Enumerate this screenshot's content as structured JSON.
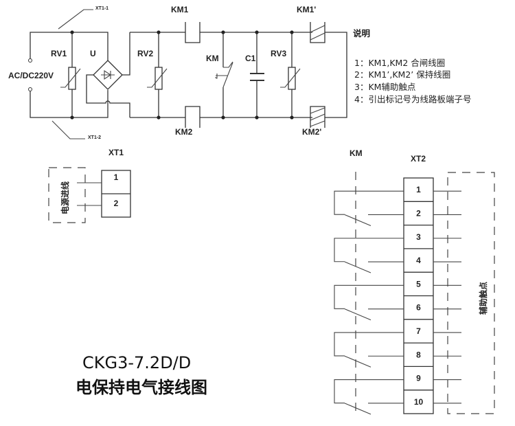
{
  "schematic": {
    "supply_label": "AC/DC220V",
    "xt1_1": "XT1-1",
    "xt1_2": "XT1-2",
    "rv1": "RV1",
    "u": "U",
    "rv2": "RV2",
    "km1": "KM1",
    "km2": "KM2",
    "km": "KM",
    "c1": "C1",
    "rv3": "RV3",
    "km1p": "KM1'",
    "km2p": "KM2'"
  },
  "notes": {
    "title": "说明",
    "items": [
      "1：KM1,KM2 合闸线圈",
      "2：KM1’,KM2’  保持线圈",
      "3：KM辅助触点",
      "4：引出标记号为线路板端子号"
    ]
  },
  "xt1": {
    "label": "XT1",
    "group_label": "电源进线",
    "terminals": [
      "1",
      "2"
    ]
  },
  "xt2": {
    "km_label": "KM",
    "label": "XT2",
    "group_label": "辅助触点",
    "terminals": [
      "1",
      "2",
      "3",
      "4",
      "5",
      "6",
      "7",
      "8",
      "9",
      "10"
    ]
  },
  "title": {
    "model": "CKG3-7.2D/D",
    "subtitle": "电保持电气接线图"
  }
}
